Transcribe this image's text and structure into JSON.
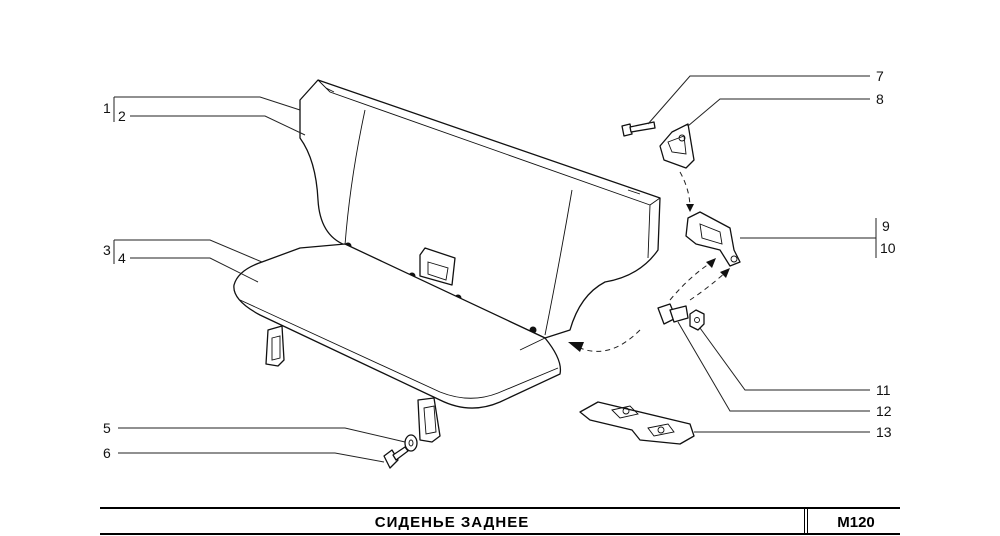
{
  "callouts": {
    "c1": "1",
    "c2": "2",
    "c3": "3",
    "c4": "4",
    "c5": "5",
    "c6": "6",
    "c7": "7",
    "c8": "8",
    "c9": "9",
    "c10": "10",
    "c11": "11",
    "c12": "12",
    "c13": "13"
  },
  "title_block": {
    "title": "СИДЕНЬЕ   ЗАДНЕЕ",
    "code": "M120"
  }
}
